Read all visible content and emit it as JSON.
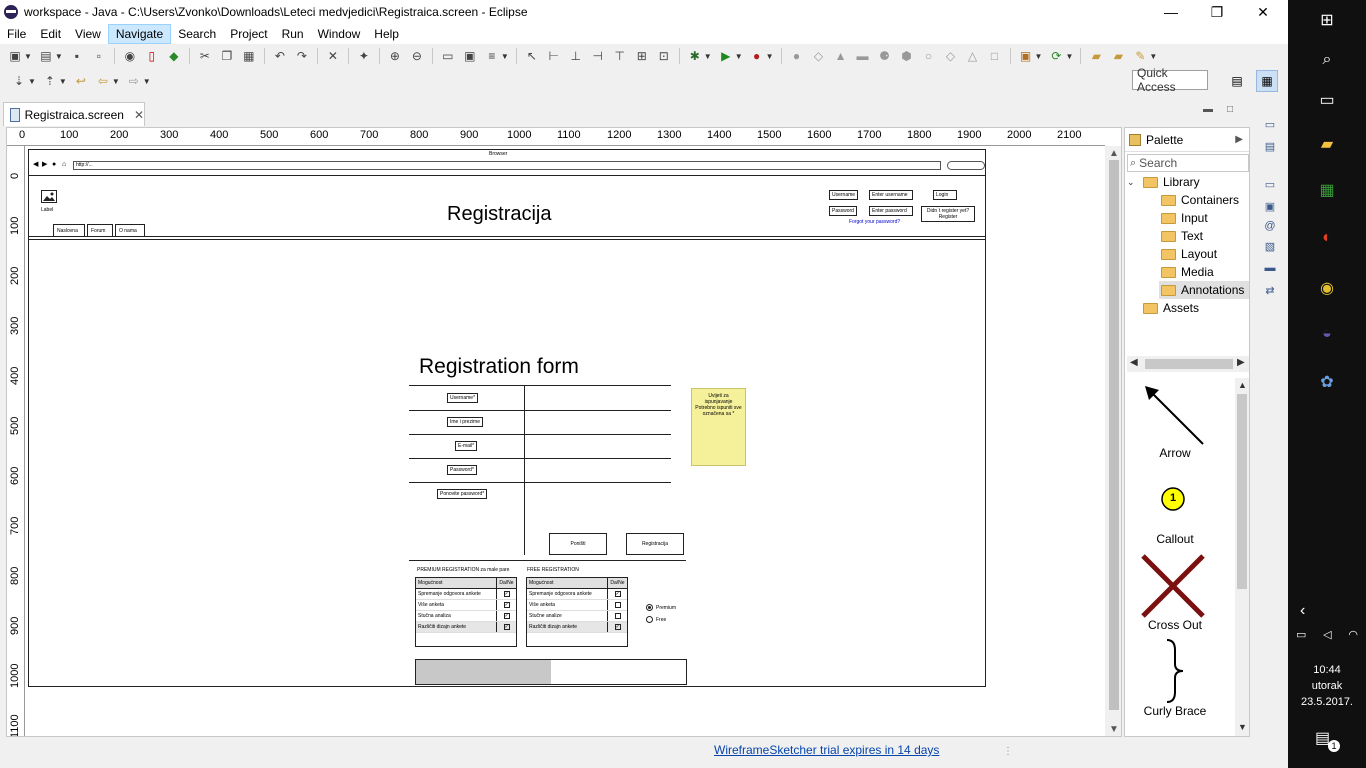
{
  "window": {
    "title": "workspace - Java - C:\\Users\\Zvonko\\Downloads\\Leteci medvjedici\\Registraica.screen - Eclipse",
    "minimize": "—",
    "maximize": "❐",
    "close": "✕"
  },
  "menu": [
    "File",
    "Edit",
    "View",
    "Navigate",
    "Search",
    "Project",
    "Run",
    "Window",
    "Help"
  ],
  "menu_active": "Navigate",
  "toolbar": {
    "quick_access": "Quick Access"
  },
  "editor": {
    "tab_label": "Registraica.screen",
    "ruler_x": [
      "0",
      "100",
      "200",
      "300",
      "400",
      "500",
      "600",
      "700",
      "800",
      "900",
      "1000",
      "1100",
      "1200",
      "1300",
      "1400",
      "1500",
      "1600",
      "1700",
      "1800",
      "1900",
      "2000",
      "2100"
    ],
    "ruler_y": [
      "0",
      "100",
      "200",
      "300",
      "400",
      "500",
      "600",
      "700",
      "800",
      "900",
      "1000",
      "1100"
    ]
  },
  "wireframe": {
    "browser_title": "Browser",
    "url": "http://...",
    "logo_label": "Label",
    "heading": "Registracija",
    "nav_tabs": [
      "Naslovna",
      "Forum",
      "O nama"
    ],
    "login": {
      "username_label": "Username",
      "username_placeholder": "Enter username",
      "password_label": "Password",
      "password_placeholder": "Enter password",
      "login_button": "Login",
      "register_prompt": "Didn`t register yet? Register",
      "forgot_link": "Forgot your password?"
    },
    "form_title": "Registration form",
    "form_fields": [
      "Username*",
      "Ime i prezime",
      "E-mail*",
      "Password*",
      "Ponovite password*"
    ],
    "sticky_note": "Uvijeti za ispunjavanje Potrebno ispuniti sve označena sa *",
    "buttons": {
      "reset": "Poništi",
      "submit": "Registracija"
    },
    "premium_table": {
      "title": "PREMIUM REGISTRATION za male pare",
      "headers": [
        "Mogućnost",
        "Da/Ne"
      ],
      "rows": [
        {
          "label": "Spremanje odgovora ankete",
          "checked": true
        },
        {
          "label": "Više anketa",
          "checked": true
        },
        {
          "label": "Stučna analiza",
          "checked": true
        },
        {
          "label": "Različiti dizajn ankete",
          "checked": true
        }
      ]
    },
    "free_table": {
      "title": "FREE REGISTRATION",
      "headers": [
        "Mogućnost",
        "Da/Ne"
      ],
      "rows": [
        {
          "label": "Spremanje odgovora ankete",
          "checked": true
        },
        {
          "label": "Više anketa",
          "checked": false
        },
        {
          "label": "Stučne analize",
          "checked": false
        },
        {
          "label": "Različiti dizajn ankete",
          "checked": true
        }
      ]
    },
    "radio_options": [
      {
        "label": "Premium",
        "selected": true
      },
      {
        "label": "Free",
        "selected": false
      }
    ],
    "progress_fraction": 0.5
  },
  "palette": {
    "title": "Palette",
    "search_placeholder": "Search",
    "tree": [
      {
        "label": "Library",
        "level": 0,
        "expanded": true
      },
      {
        "label": "Containers",
        "level": 1
      },
      {
        "label": "Input",
        "level": 1
      },
      {
        "label": "Text",
        "level": 1
      },
      {
        "label": "Layout",
        "level": 1
      },
      {
        "label": "Media",
        "level": 1
      },
      {
        "label": "Annotations",
        "level": 1,
        "selected": true
      },
      {
        "label": "Assets",
        "level": 0
      }
    ],
    "items": [
      "Arrow",
      "Callout",
      "Cross Out",
      "Curly Brace"
    ],
    "callout_number": "1"
  },
  "status": {
    "trial_text": "WireframeSketcher trial expires in 14 days"
  },
  "taskbar": {
    "time": "10:44",
    "day": "utorak",
    "date": "23.5.2017.",
    "notification_count": "1"
  },
  "colors": {
    "sticky": "#f5f09a",
    "menu_highlight": "#cce8ff",
    "crossout": "#7a1010",
    "callout": "#ffff00",
    "link": "#0645ad"
  }
}
